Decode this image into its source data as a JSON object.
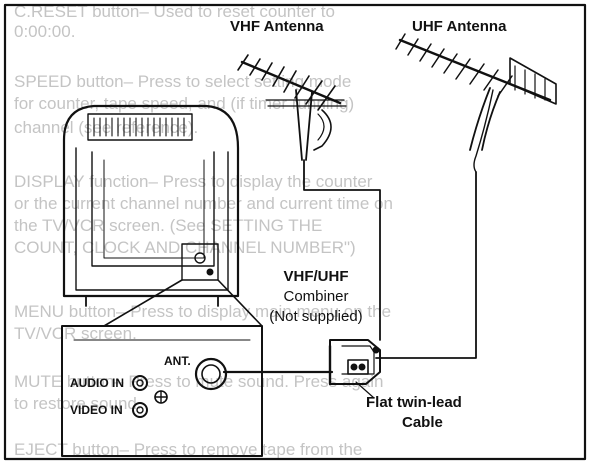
{
  "labels": {
    "vhf_antenna": "VHF Antenna",
    "uhf_antenna": "UHF Antenna",
    "combiner_line1": "VHF/UHF",
    "combiner_line2": "Combiner",
    "combiner_line3": "(Not supplied)",
    "ant": "ANT.",
    "audio_in": "AUDIO IN",
    "video_in": "VIDEO IN",
    "cable_line1": "Flat twin-lead",
    "cable_line2": "Cable"
  },
  "background_text": [
    "C.RESET button– Used to reset counter to",
    "0:00:00.",
    "SPEED button– Press to select setting mode",
    "for counter, tape speed, and (if timer running)",
    "channel (see reference).",
    "DISPLAY function– Press to display the counter",
    "or the current channel number and current time on",
    "the TV/VCR screen. (See SETTING THE",
    "COUNT, CLOCK AND CHANNEL NUMBER\")",
    "MENU button– Press to display main menu on the",
    "TV/VCR screen.",
    "MUTE button– Press to mute sound. Press again",
    "to restore sound.",
    "EJECT button– Press to remove tape from the"
  ],
  "colors": {
    "line": "#111111",
    "bg": "#ffffff",
    "ghost_text": "#c4c4c4"
  }
}
